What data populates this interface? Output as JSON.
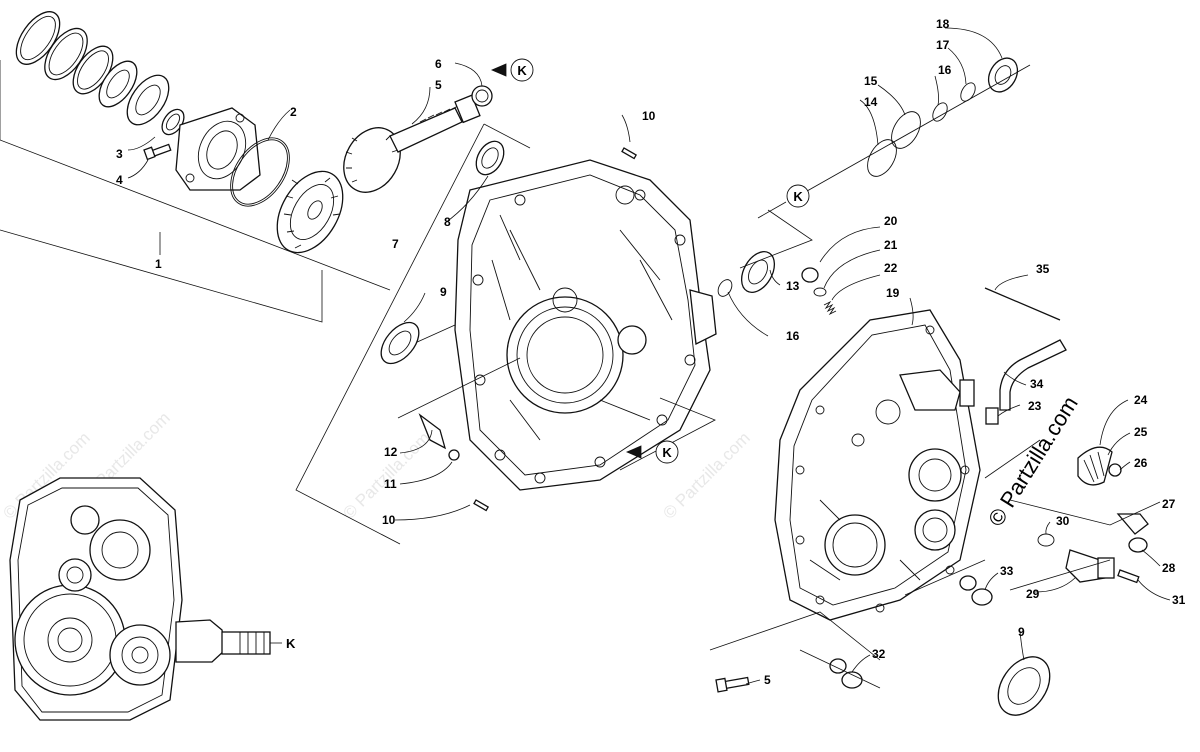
{
  "watermark": {
    "text": "© Partzilla.com"
  },
  "brand_stamp": {
    "text": "© Partzilla.com"
  },
  "ref_marker": "K",
  "callouts": [
    "1",
    "2",
    "3",
    "4",
    "5",
    "6",
    "7",
    "8",
    "9",
    "10",
    "10",
    "11",
    "12",
    "13",
    "14",
    "15",
    "16",
    "16",
    "17",
    "18",
    "19",
    "20",
    "21",
    "22",
    "23",
    "24",
    "25",
    "26",
    "27",
    "28",
    "29",
    "30",
    "31",
    "32",
    "33",
    "34",
    "35",
    "9",
    "5"
  ]
}
